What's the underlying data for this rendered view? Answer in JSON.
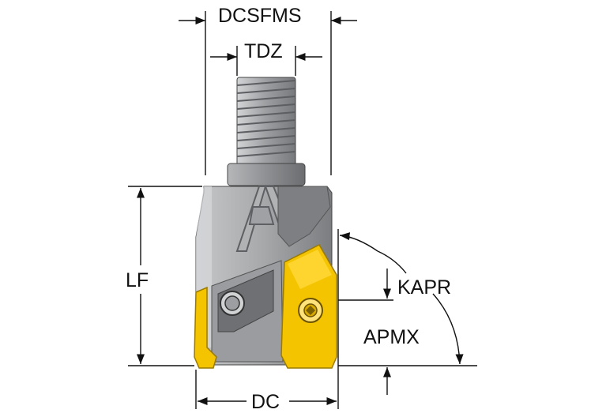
{
  "diagram": {
    "labels": {
      "dcsfms": "DCSFMS",
      "tdz": "TDZ",
      "lf": "LF",
      "kapr": "KAPR",
      "apmx": "APMX",
      "dc": "DC"
    },
    "colors": {
      "body_gray": "#8f9193",
      "body_light": "#c9cbcd",
      "body_dark": "#58595b",
      "insert_yellow": "#f5c400",
      "insert_edge": "#b38f00",
      "line": "#111111"
    }
  }
}
